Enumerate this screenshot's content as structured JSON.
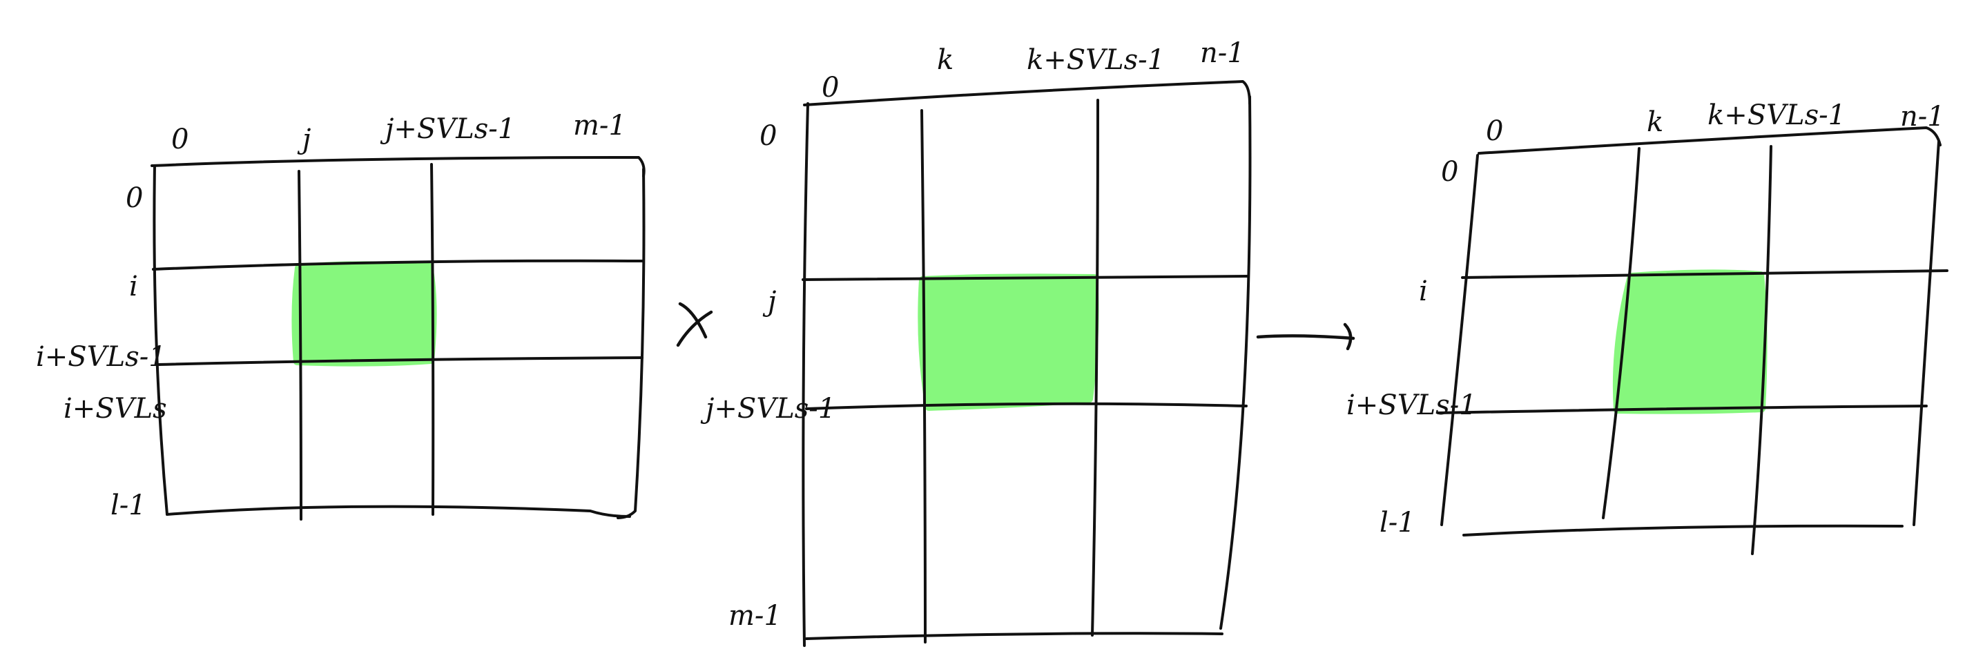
{
  "matrix_a": {
    "col_labels": [
      "0",
      "j",
      "j+SVLs-1",
      "m-1"
    ],
    "row_labels": [
      "0",
      "i",
      "i+SVLs-1",
      "i+SVLs",
      "l-1"
    ]
  },
  "matrix_b": {
    "col_labels": [
      "0",
      "k",
      "k+SVLs-1",
      "n-1"
    ],
    "row_labels": [
      "0",
      "j",
      "j+SVLs-1",
      "m-1"
    ]
  },
  "matrix_c": {
    "col_labels": [
      "0",
      "k",
      "k+SVLs-1",
      "n-1"
    ],
    "row_labels": [
      "0",
      "i",
      "i+SVLs-1",
      "l-1"
    ]
  },
  "operators": {
    "multiply": "x-multiply-icon",
    "arrow": "arrow-right-icon"
  },
  "colors": {
    "highlight": "#86f77d",
    "ink": "#111111"
  }
}
